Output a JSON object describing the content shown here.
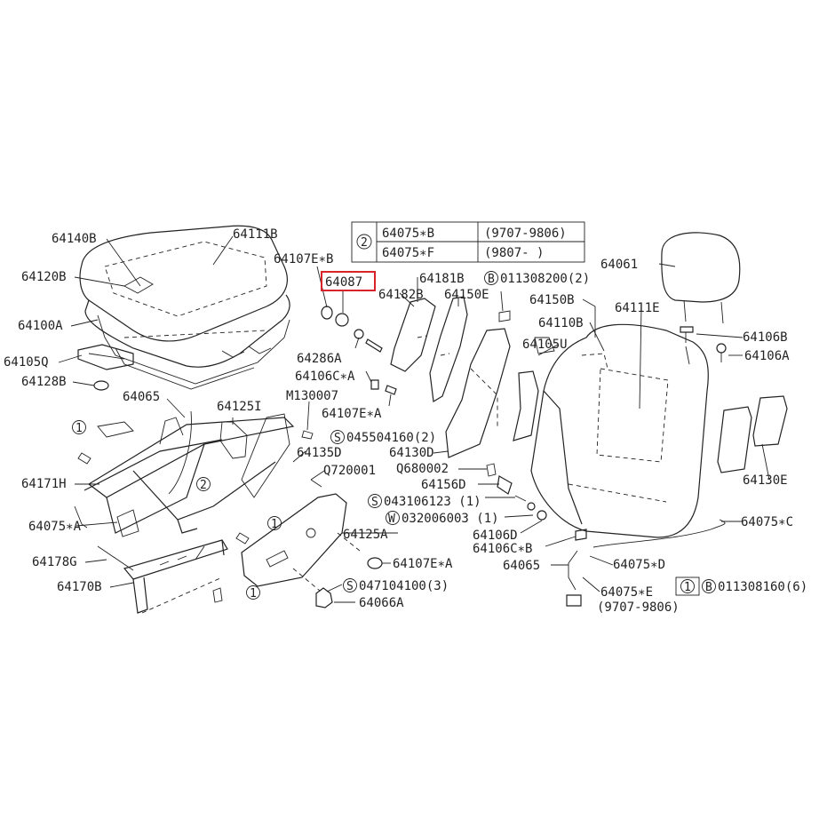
{
  "labels": {
    "l64140B": "64140B",
    "l64111B": "64111B",
    "l64120B": "64120B",
    "l64100A": "64100A",
    "l64105Q": "64105Q",
    "l64128B": "64128B",
    "l64065a": "64065",
    "l64125I": "64125I",
    "l64171H": "64171H",
    "l64075A": "64075∗A",
    "l64178G": "64178G",
    "l64170B": "64170B",
    "l64107EB": "64107E∗B",
    "l64087": "64087",
    "l64182B": "64182B",
    "l64181B": "64181B",
    "l64150E": "64150E",
    "l64286A": "64286A",
    "l64106CA": "64106C∗A",
    "lM130007": "M130007",
    "l64107EA_top": "64107E∗A",
    "l045504160": "045504160(2)",
    "l64130D": "64130D",
    "l64135D": "64135D",
    "lQ720001": "Q720001",
    "lQ680002": "Q680002",
    "l64156D": "64156D",
    "l043106123": "043106123 (1)",
    "l032006003": "032006003 (1)",
    "l64106D": "64106D",
    "l64106CB": "64106C∗B",
    "l64125A": "64125A",
    "l64107EA_bot": "64107E∗A",
    "l047104100": "047104100(3)",
    "l64066A": "64066A",
    "l64065b": "64065",
    "l64075D": "64075∗D",
    "l64075E": "64075∗E",
    "l9707_9806_bot": "(9707-9806)",
    "l011308200": "011308200(2)",
    "l64150B": "64150B",
    "l64110B": "64110B",
    "l64105U": "64105U",
    "l64111E": "64111E",
    "l64061": "64061",
    "l64106B": "64106B",
    "l64106A": "64106A",
    "l64130E": "64130E",
    "l64075C": "64075∗C",
    "ref1_text": "011308160(6)"
  },
  "callouts": {
    "one": "1",
    "two": "2",
    "S": "S",
    "W": "W",
    "B": "B"
  },
  "table": {
    "ref": "2",
    "rows": [
      {
        "part": "64075∗B",
        "range": "(9707-9806)"
      },
      {
        "part": "64075∗F",
        "range": "(9807-        )"
      }
    ]
  },
  "colors": {
    "line": "#222222",
    "highlight": "#d9232a",
    "background": "#ffffff"
  }
}
